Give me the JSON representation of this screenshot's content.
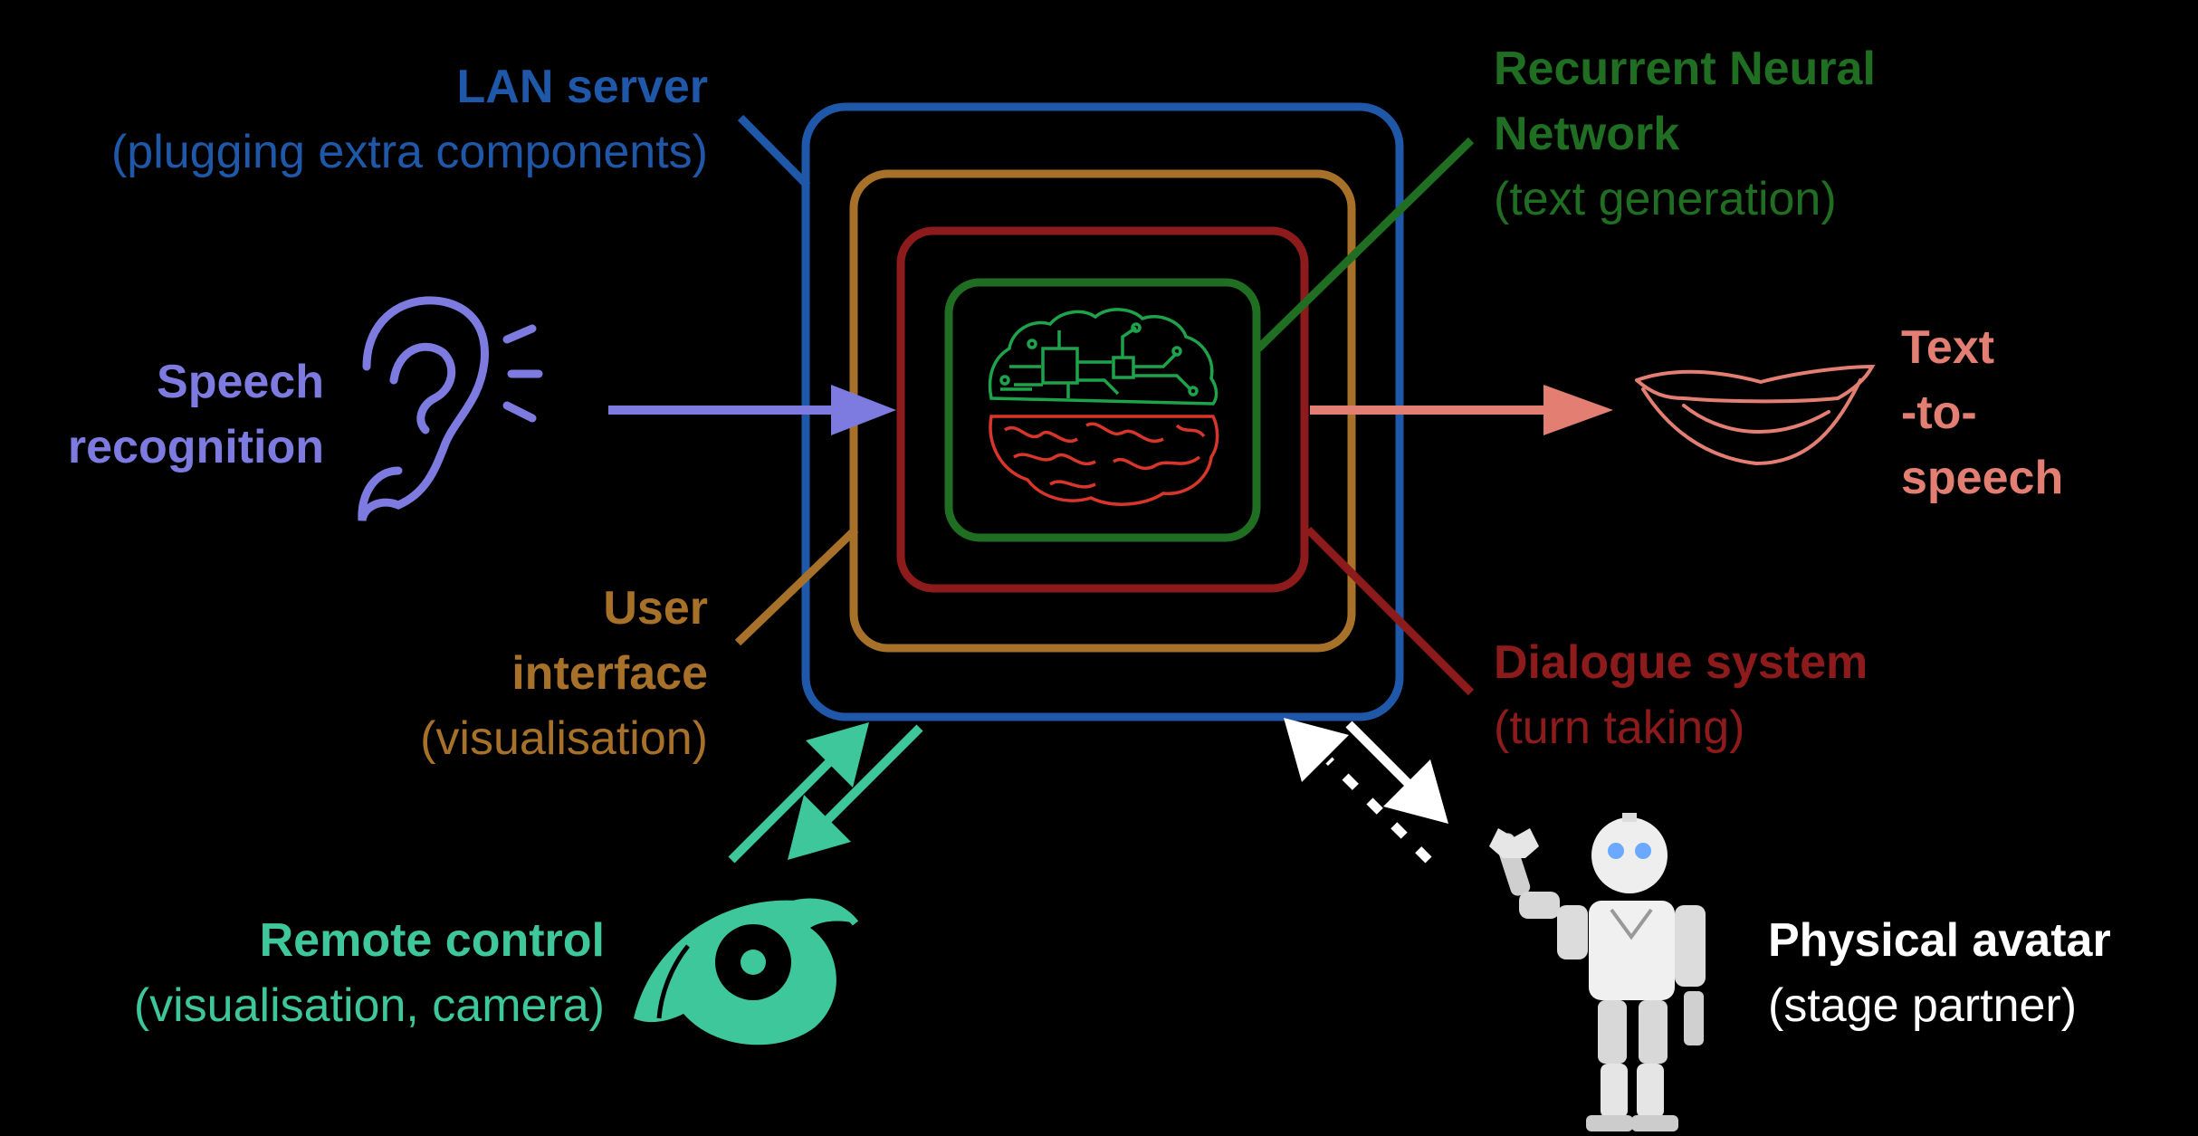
{
  "colors": {
    "background": "#000000",
    "lan": "#1f58a8",
    "ui": "#a8712a",
    "dialogue": "#8d1b1b",
    "rnn": "#1f6e22",
    "speech": "#7e7be0",
    "tts": "#e27e72",
    "remote": "#3ec79a",
    "avatar": "#ffffff",
    "brain_top": "#1ea34a",
    "brain_bottom": "#d8362a"
  },
  "labels": {
    "lan": {
      "title": "LAN server",
      "subtitle": "(plugging extra components)"
    },
    "rnn": {
      "title_line1": "Recurrent Neural",
      "title_line2": "Network",
      "subtitle": "(text generation)"
    },
    "speech": {
      "line1": "Speech",
      "line2": "recognition"
    },
    "tts": {
      "line1": "Text",
      "line2": "-to-",
      "line3": "speech"
    },
    "ui": {
      "line1": "User",
      "line2": "interface",
      "subtitle": "(visualisation)"
    },
    "dialogue": {
      "title": "Dialogue system",
      "subtitle": "(turn taking)"
    },
    "remote": {
      "title": "Remote control",
      "subtitle": "(visualisation, camera)"
    },
    "avatar": {
      "title": "Physical avatar",
      "subtitle": "(stage partner)"
    }
  },
  "icons": {
    "ear": "ear-icon",
    "lips": "lips-icon",
    "eye": "eye-icon",
    "robot": "robot-icon",
    "brain": "brain-circuit-icon"
  }
}
